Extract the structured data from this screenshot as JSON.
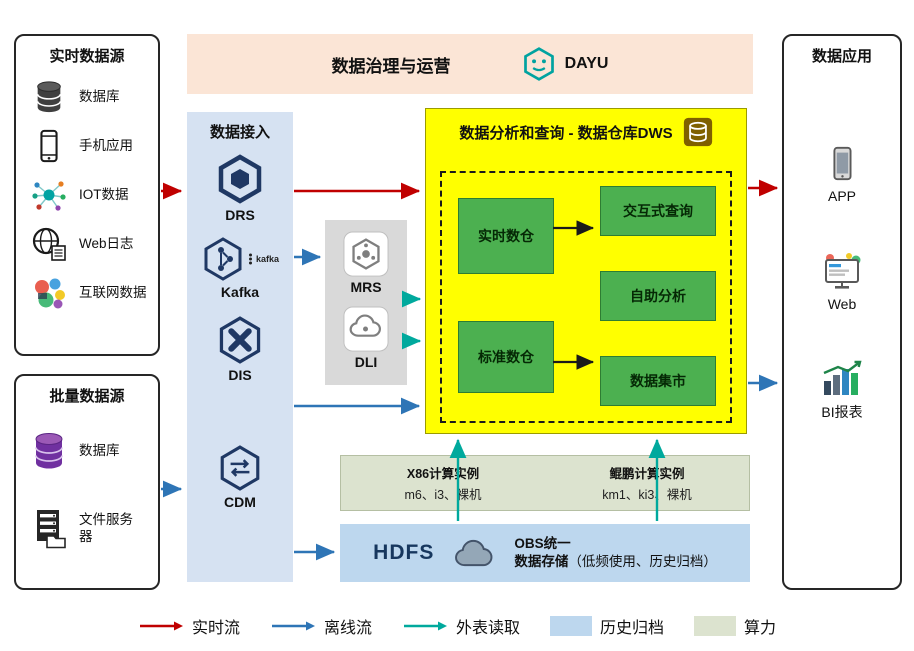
{
  "governance": {
    "title": "数据治理与运营",
    "logo": "DAYU"
  },
  "realtime_sources": {
    "title": "实时数据源",
    "items": [
      {
        "label": "数据库",
        "icon": "database-icon"
      },
      {
        "label": "手机应用",
        "icon": "mobile-app-icon"
      },
      {
        "label": "IOT数据",
        "icon": "iot-icon"
      },
      {
        "label": "Web日志",
        "icon": "web-log-icon"
      },
      {
        "label": "互联网数据",
        "icon": "internet-data-icon"
      }
    ]
  },
  "batch_sources": {
    "title": "批量数据源",
    "items": [
      {
        "label": "数据库",
        "icon": "database-purple-icon"
      },
      {
        "label": "文件服务器",
        "icon": "file-server-icon"
      }
    ]
  },
  "ingestion": {
    "title": "数据接入",
    "items": [
      {
        "label": "DRS"
      },
      {
        "label": "Kafka",
        "sub": "kafka"
      },
      {
        "label": "DIS"
      },
      {
        "label": "CDM"
      }
    ]
  },
  "engines": {
    "items": [
      {
        "label": "MRS"
      },
      {
        "label": "DLI"
      }
    ]
  },
  "dws": {
    "title": "数据分析和查询 - 数据仓库DWS",
    "warehouses": [
      {
        "label": "实时数仓"
      },
      {
        "label": "标准数仓"
      }
    ],
    "services": [
      {
        "label": "交互式查询"
      },
      {
        "label": "自助分析"
      },
      {
        "label": "数据集市"
      }
    ]
  },
  "applications": {
    "title": "数据应用",
    "items": [
      {
        "label": "APP",
        "icon": "app-phone-icon"
      },
      {
        "label": "Web",
        "icon": "web-monitor-icon"
      },
      {
        "label": "BI报表",
        "icon": "bi-report-icon"
      }
    ]
  },
  "compute_instances": {
    "x86": {
      "title": "X86计算实例",
      "spec": "m6、i3、裸机"
    },
    "kunpeng": {
      "title": "鲲鹏计算实例",
      "spec": "km1、ki3、裸机"
    }
  },
  "storage": {
    "hdfs": "HDFS",
    "obs_line1": "OBS统一",
    "obs_line2": "数据存储",
    "obs_note": "（低频使用、历史归档）"
  },
  "legend": [
    {
      "label": "实时流",
      "type": "arrow",
      "color": "#c00000"
    },
    {
      "label": "离线流",
      "type": "arrow",
      "color": "#2e75b6"
    },
    {
      "label": "外表读取",
      "type": "arrow",
      "color": "#00a99d"
    },
    {
      "label": "历史归档",
      "type": "swatch",
      "color": "#bdd7ee"
    },
    {
      "label": "算力",
      "type": "swatch",
      "color": "#dce3cf"
    }
  ],
  "colors": {
    "realtime_flow": "#c00000",
    "offline_flow": "#2e75b6",
    "external_read": "#00a99d",
    "dws_bg": "#ffff00",
    "warehouse_green": "#4cb050",
    "ingestion_bg": "#d6e2f2",
    "governance_bg": "#fbe5d6",
    "engine_bg": "#d9d9d9",
    "history_archive_bg": "#bdd7ee",
    "compute_bg": "#dce3cf"
  }
}
